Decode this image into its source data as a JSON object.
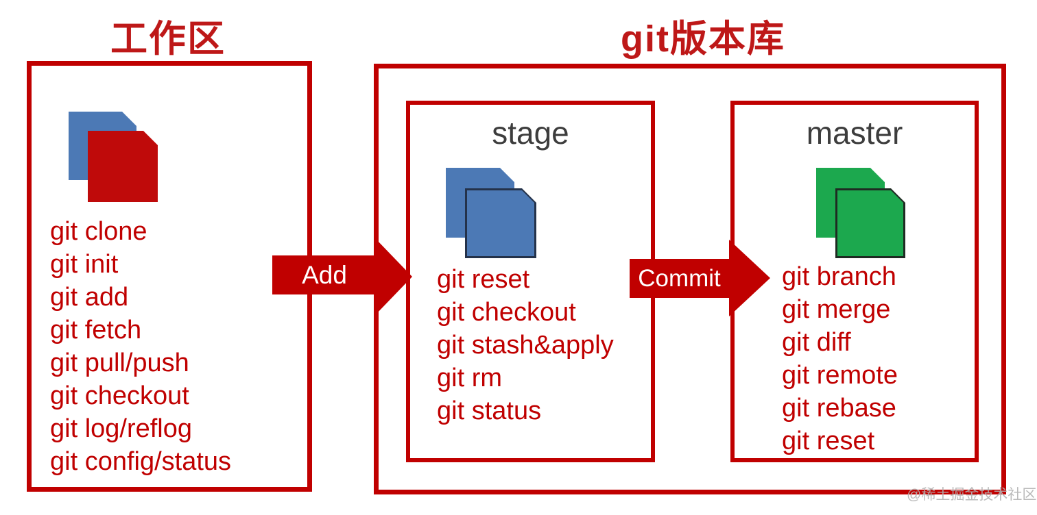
{
  "workspace": {
    "title": "工作区",
    "commands": [
      "git clone",
      "git init",
      "git add",
      "git fetch",
      "git pull/push",
      "git checkout",
      "git log/reflog",
      "git config/status"
    ]
  },
  "repository": {
    "title": "git版本库",
    "stage": {
      "title": "stage",
      "commands": [
        "git reset",
        "git checkout",
        "git stash&apply",
        "git rm",
        "git status"
      ]
    },
    "master": {
      "title": "master",
      "commands": [
        "git branch",
        "git merge",
        "git diff",
        "git remote",
        "git rebase",
        "git reset"
      ]
    }
  },
  "arrows": {
    "add": "Add",
    "commit": "Commit"
  },
  "watermark": "@稀土掘金技术社区",
  "icons": {
    "workspace": "blue-and-red-documents-icon",
    "stage": "blue-documents-icon",
    "master": "green-documents-icon"
  },
  "colors": {
    "red": "#c00000",
    "blue": "#4c79b5",
    "green": "#1ca84e",
    "inner_title_gray": "#3d3d3d",
    "watermark_gray": "#b2b2b2",
    "arrow_label_white": "#ffffff"
  }
}
